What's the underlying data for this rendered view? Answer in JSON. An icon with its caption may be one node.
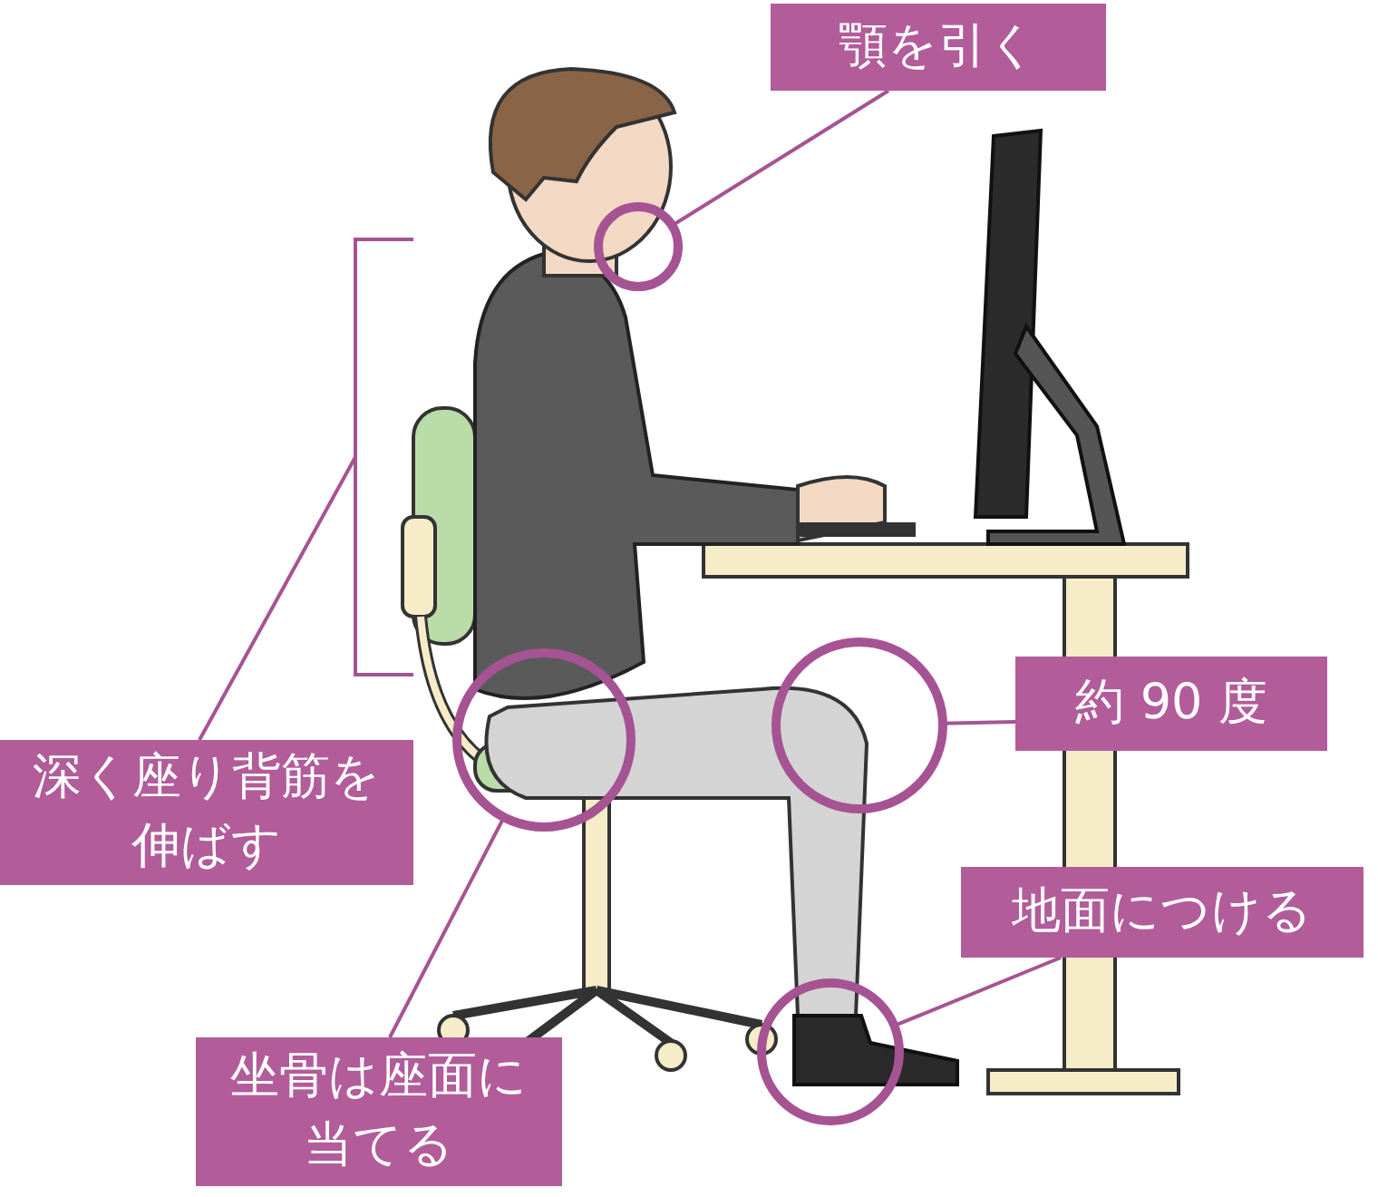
{
  "diagram": {
    "nodes": [
      {
        "text": [
          "顎を引く"
        ]
      },
      {
        "text": [],
        "shape": "circle"
      },
      {
        "text": [
          "深く座り背筋を伸ばす"
        ]
      },
      {
        "text": [],
        "shape": "bracket"
      },
      {
        "text": [
          "約 90 度"
        ]
      },
      {
        "text": [],
        "shape": "circle"
      },
      {
        "text": [
          "地面につける"
        ]
      },
      {
        "text": [],
        "shape": "circle"
      },
      {
        "text": [
          "坐骨は座面に当てる"
        ]
      },
      {
        "text": [],
        "shape": "circle"
      }
    ],
    "edges": [
      {
        "from": 0,
        "to": 1,
        "arrow": "none"
      },
      {
        "from": 2,
        "to": 3,
        "arrow": "none"
      },
      {
        "from": 4,
        "to": 5,
        "arrow": "none"
      },
      {
        "from": 6,
        "to": 7,
        "arrow": "none"
      },
      {
        "from": 8,
        "to": 9,
        "arrow": "none"
      }
    ]
  }
}
